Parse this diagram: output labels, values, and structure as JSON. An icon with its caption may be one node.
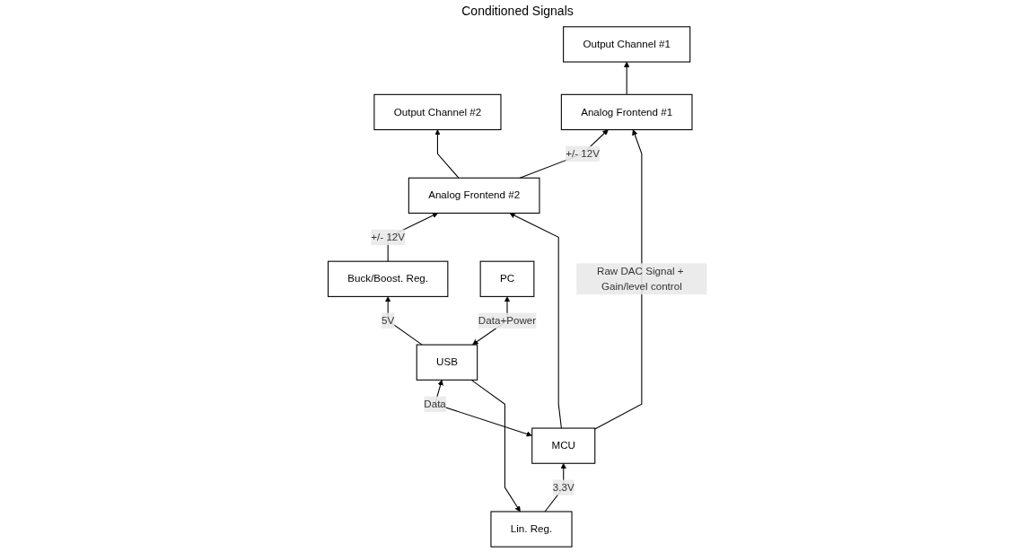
{
  "diagram": {
    "nodes": [
      {
        "text": [
          "Output Channel #1"
        ]
      },
      {
        "text": [
          "Output Channel #2"
        ]
      },
      {
        "text": [
          "Analog Frontend #1"
        ]
      },
      {
        "text": [
          "Analog Frontend #2"
        ]
      },
      {
        "text": [
          "Buck/Boost. Reg."
        ]
      },
      {
        "text": [
          "Lin. Reg."
        ]
      },
      {
        "text": [
          "MCU"
        ]
      },
      {
        "text": [
          "USB"
        ]
      },
      {
        "text": [
          "PC"
        ]
      }
    ],
    "edges": [
      {
        "from": 2,
        "to": 0,
        "arrow": "to"
      },
      {
        "from": 3,
        "to": 1,
        "arrow": "to"
      },
      {
        "from": 3,
        "to": 2,
        "arrow": "to",
        "label": "+/- 12V"
      },
      {
        "from": 4,
        "to": 3,
        "arrow": "to",
        "label": "+/- 12V"
      },
      {
        "from": 6,
        "to": 2,
        "arrow": "to",
        "label": "Raw DAC Signal + Gain/level control"
      },
      {
        "from": 6,
        "to": 3,
        "arrow": "to"
      },
      {
        "from": 7,
        "to": 4,
        "arrow": "to",
        "label": "5V"
      },
      {
        "from": 7,
        "to": 5,
        "arrow": "to"
      },
      {
        "from": 5,
        "to": 6,
        "arrow": "to",
        "label": "3.3V"
      },
      {
        "from": 6,
        "to": 7,
        "arrow": "both",
        "label": "Data"
      },
      {
        "from": 7,
        "to": 8,
        "arrow": "both",
        "label": "Data+Power"
      }
    ],
    "labels": [
      "Conditioned Signals"
    ]
  }
}
